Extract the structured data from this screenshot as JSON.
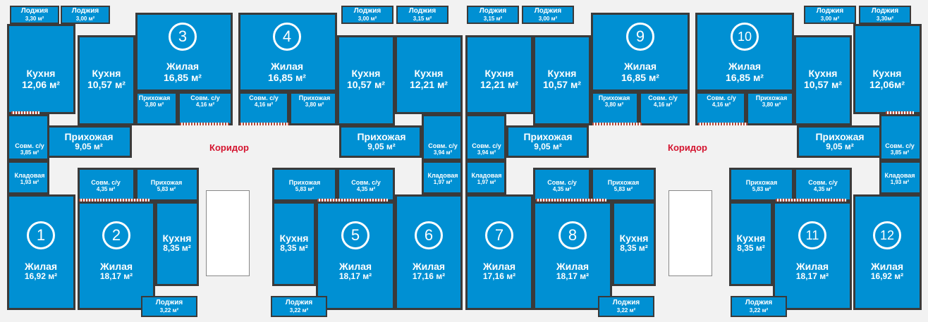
{
  "corridor_label": "Коридор",
  "loggias_top": [
    {
      "title": "Лоджия",
      "area": "3,30 м²"
    },
    {
      "title": "Лоджия",
      "area": "3,00 м²"
    },
    {
      "title": "Лоджия",
      "area": "3,00 м²"
    },
    {
      "title": "Лоджия",
      "area": "3,15 м²"
    },
    {
      "title": "Лоджия",
      "area": "3,15 м²"
    },
    {
      "title": "Лоджия",
      "area": "3,00 м²"
    },
    {
      "title": "Лоджия",
      "area": "3,00 м²"
    },
    {
      "title": "Лоджия",
      "area": "3,30м²"
    }
  ],
  "loggias_bottom": [
    {
      "title": "Лоджия",
      "area": "3,22 м²"
    },
    {
      "title": "Лоджия",
      "area": "3,22 м²"
    },
    {
      "title": "Лоджия",
      "area": "3,22 м²"
    },
    {
      "title": "Лоджия",
      "area": "3,22 м²"
    }
  ],
  "apartments": {
    "n1": "1",
    "n2": "2",
    "n3": "3",
    "n4": "4",
    "n5": "5",
    "n6": "6",
    "n7": "7",
    "n8": "8",
    "n9": "9",
    "n10": "10",
    "n11": "11",
    "n12": "12"
  },
  "labels": {
    "kuhnya": "Кухня",
    "zhilaya": "Жилая",
    "prihozhaya": "Прихожая",
    "sovm": "Совм. с/у",
    "kladovaya": "Кладовая"
  },
  "areas": {
    "k1": "12,06 м²",
    "k2": "10,57 м²",
    "k3": "10,57 м²",
    "k4": "12,21 м²",
    "k5": "12,21 м²",
    "k6": "10,57 м²",
    "k7": "10,57 м²",
    "k8": "12,06м²",
    "z3": "16,85 м²",
    "z4": "16,85 м²",
    "z9": "16,85 м²",
    "z10": "16,85 м²",
    "p3": "3,80 м²",
    "s3": "4,16 м²",
    "s4": "4,16 м²",
    "p4": "3,80 м²",
    "p9": "3,80 м²",
    "s9": "4,16 м²",
    "s10": "4,16 м²",
    "p10": "3,80 м²",
    "ph1": "9,05 м²",
    "ph2": "9,05 м²",
    "ph3": "9,05 м²",
    "ph4": "9,05 м²",
    "su1": "3,85 м²",
    "su6": "3,94 м²",
    "su7": "3,94 м²",
    "su12": "3,85 м²",
    "kl1": "1,93 м²",
    "kl6": "1,97 м²",
    "kl7": "1,97 м²",
    "kl12": "1,93 м²",
    "su2": "4,35 м²",
    "pr2": "5,83 м²",
    "pr5": "5,83 м²",
    "su5": "4,35 м²",
    "su8": "4,35 м²",
    "pr8": "5,83 м²",
    "pr11": "5,83 м²",
    "su11": "4,35 м²",
    "kb2": "8,35 м²",
    "kb5": "8,35 м²",
    "kb8": "8,35 м²",
    "kb11": "8,35 м²",
    "z1": "16,92 м²",
    "z2": "18,17 м²",
    "z5": "18,17 м²",
    "z6": "17,16 м²",
    "z7": "17,16 м²",
    "z8": "18,17 м²",
    "z11": "18,17 м²",
    "z12": "16,92 м²"
  }
}
